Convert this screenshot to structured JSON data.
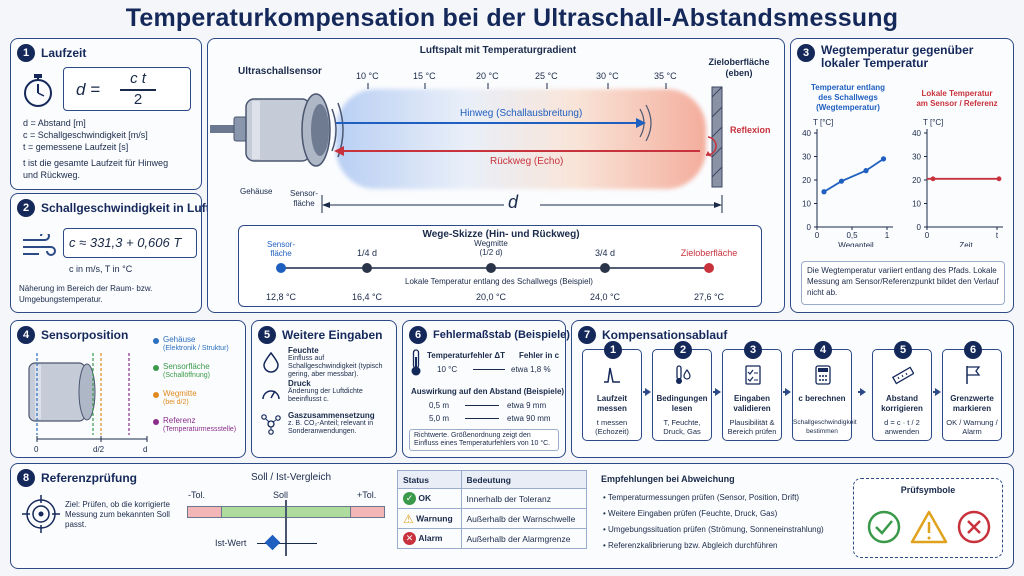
{
  "title": "Temperaturkompensation bei der Ultraschall-Abstandsmessung",
  "p1": {
    "num": "1",
    "title": "Laufzeit",
    "formula_lhs": "d =",
    "formula_num": "c  t",
    "formula_den": "2",
    "defs": [
      "d  =  Abstand [m]",
      "c  =  Schallgeschwindigkeit [m/s]",
      "t  =  gemessene Laufzeit [s]"
    ],
    "note": "t ist die gesamte Laufzeit für Hinweg und Rückweg."
  },
  "p2": {
    "num": "2",
    "title": "Schallgeschwindigkeit in Luft",
    "formula": "c ≈ 331,3 + 0,606 T",
    "unit": "c in m/s, T in °C",
    "note": "Näherung im Bereich der Raum- bzw. Umgebungstemperatur."
  },
  "center": {
    "gap_title": "Luftspalt mit Temperaturgradient",
    "sensor_title": "Ultraschallsensor",
    "target_title": "Zieloberfläche (eben)",
    "temps": [
      "10 °C",
      "15 °C",
      "20 °C",
      "25 °C",
      "30 °C",
      "35 °C"
    ],
    "hinweg": "Hinweg (Schallausbreitung)",
    "rueckweg": "Rückweg (Echo)",
    "reflexion": "Reflexion",
    "gehaeuse": "Gehäuse",
    "sensorflaeche": "Sensor-\nfläche",
    "d": "d",
    "sketch_title": "Wege-Skizze (Hin- und Rückweg)",
    "sketch_points": [
      "Sensor-\nfläche",
      "1/4 d",
      "Wegmitte\n(1/2 d)",
      "3/4 d",
      "Zieloberfläche"
    ],
    "sketch_caption": "Lokale Temperatur entlang des Schallwegs (Beispiel)",
    "sketch_temps": [
      "12,8 °C",
      "16,4 °C",
      "20,0 °C",
      "24,0 °C",
      "27,6 °C"
    ]
  },
  "p3": {
    "num": "3",
    "title_line1": "Wegtemperatur gegenüber",
    "title_line2": "lokaler Temperatur",
    "left_title": "Temperatur entlang\ndes Schallwegs\n(Wegtemperatur)",
    "right_title": "Lokale Temperatur\nam Sensor / Referenz",
    "ylabel": "T [°C]",
    "yticks": [
      "40",
      "30",
      "20",
      "10",
      "0"
    ],
    "left_xticks": [
      "0",
      "0,5",
      "1"
    ],
    "left_xlabel": "Weganteil",
    "right_xticks": [
      "0",
      "t"
    ],
    "right_xlabel": "Zeit",
    "note": "Die Wegtemperatur variiert entlang des Pfads. Lokale Messung am Sensor/Referenzpunkt bildet den Verlauf nicht ab."
  },
  "chart_data": [
    {
      "type": "line",
      "title": "Temperatur entlang des Schallwegs (Wegtemperatur)",
      "xlabel": "Weganteil",
      "ylabel": "T [°C]",
      "ylim": [
        0,
        40
      ],
      "x": [
        0.1,
        0.35,
        0.7,
        0.95
      ],
      "values": [
        15,
        19.5,
        24,
        29
      ]
    },
    {
      "type": "line",
      "title": "Lokale Temperatur am Sensor / Referenz",
      "xlabel": "Zeit",
      "ylabel": "T [°C]",
      "ylim": [
        0,
        40
      ],
      "values": [
        20.5,
        20.5
      ]
    }
  ],
  "p4": {
    "num": "4",
    "title": "Sensorposition",
    "legend": [
      {
        "label": "Gehäuse",
        "sub": "(Elektronik / Struktur)",
        "color": "#2c6fbf"
      },
      {
        "label": "Sensorfläche",
        "sub": "(Schallöffnung)",
        "color": "#3a9a4a"
      },
      {
        "label": "Wegmitte",
        "sub": "(bei d/2)",
        "color": "#e08a1e"
      },
      {
        "label": "Referenz",
        "sub": "(Temperaturmessstelle)",
        "color": "#8a2c8a"
      }
    ],
    "axis": [
      "0",
      "d/2",
      "d"
    ]
  },
  "p5": {
    "num": "5",
    "title": "Weitere Eingaben",
    "items": [
      {
        "label": "Feuchte",
        "desc": "Einfluss auf Schallgeschwindigkeit (typisch gering, aber messbar)."
      },
      {
        "label": "Druck",
        "desc": "Änderung der Luftdichte beeinflusst c."
      },
      {
        "label": "Gaszusammensetzung",
        "desc": "z. B. CO₂-Anteil; relevant in Sonderanwendungen."
      }
    ]
  },
  "p6": {
    "num": "6",
    "title": "Fehlermaßstab (Beispiele)",
    "h1": "Temperaturfehler ΔT",
    "h2": "Fehler in c",
    "row1_l": "10 °C",
    "row1_r": "etwa 1,8 %",
    "sub": "Auswirkung auf den Abstand (Beispiele)",
    "rows": [
      {
        "l": "0,5 m",
        "r": "etwa 9 mm"
      },
      {
        "l": "5,0 m",
        "r": "etwa 90 mm"
      }
    ],
    "note": "Richtwerte. Größenordnung zeigt den Einfluss eines Temperaturfehlers von 10 °C."
  },
  "p7": {
    "num": "7",
    "title": "Kompensationsablauf",
    "steps": [
      {
        "n": "1",
        "label": "Laufzeit\nmessen",
        "desc": "t messen\n(Echozeit)"
      },
      {
        "n": "2",
        "label": "Bedingungen\nlesen",
        "desc": "T, Feuchte,\nDruck, Gas"
      },
      {
        "n": "3",
        "label": "Eingaben\nvalidieren",
        "desc": "Plausibilität &\nBereich prüfen"
      },
      {
        "n": "4",
        "label": "c berechnen",
        "desc": "Schallgeschwindigkeit\nbestimmen"
      },
      {
        "n": "5",
        "label": "Abstand\nkorrigieren",
        "desc": "d = c · t / 2\nanwenden"
      },
      {
        "n": "6",
        "label": "Grenzwerte\nmarkieren",
        "desc": "OK / Warnung /\nAlarm"
      }
    ]
  },
  "p8": {
    "num": "8",
    "title": "Referenzprüfung",
    "goal": "Ziel: Prüfen, ob die korrigierte Messung zum bekannten Soll passt.",
    "cmp_title": "Soll / Ist-Vergleich",
    "minus_tol": "-Tol.",
    "soll": "Soll",
    "plus_tol": "+Tol.",
    "ist": "Ist-Wert",
    "ist_fraction": 0.43,
    "table_h": [
      "Status",
      "Bedeutung"
    ],
    "table": [
      {
        "s": "OK",
        "d": "Innerhalb der Toleranz",
        "color": "#3a9a4a"
      },
      {
        "s": "Warnung",
        "d": "Außerhalb der Warnschwelle",
        "color": "#e0a21e"
      },
      {
        "s": "Alarm",
        "d": "Außerhalb der Alarmgrenze",
        "color": "#c8323c"
      }
    ],
    "rec_title": "Empfehlungen bei Abweichung",
    "recs": [
      "Temperaturmessungen prüfen (Sensor, Position, Drift)",
      "Weitere Eingaben prüfen (Feuchte, Druck, Gas)",
      "Umgebungssituation prüfen (Strömung, Sonneneinstrahlung)",
      "Referenzkalibrierung bzw. Abgleich durchführen"
    ],
    "sym_title": "Prüfsymbole"
  }
}
